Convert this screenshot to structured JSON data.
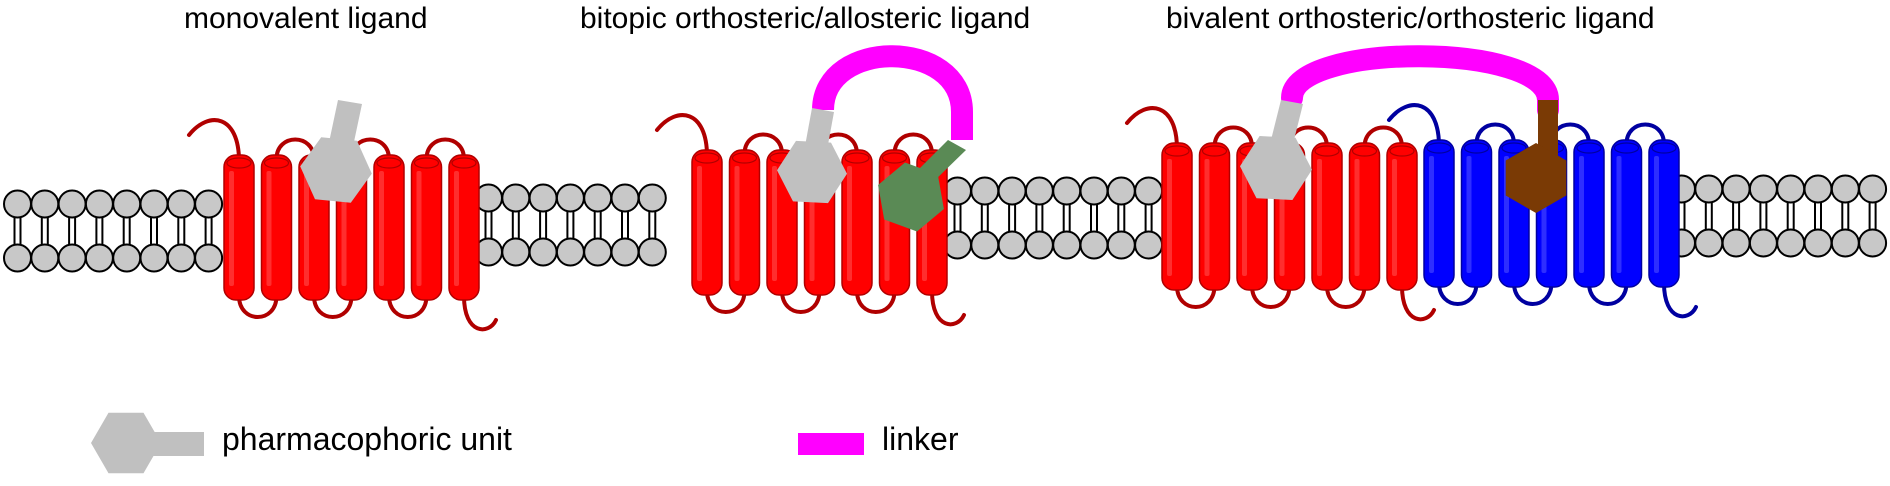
{
  "panels": [
    {
      "title": "monovalent ligand"
    },
    {
      "title": "bitopic orthosteric/allosteric ligand"
    },
    {
      "title": "bivalent orthosteric/orthosteric ligand"
    }
  ],
  "legend": {
    "pharmacophore_label": "pharmacophoric unit",
    "linker_label": "linker"
  },
  "colors": {
    "receptor_a": "#ff0000",
    "receptor_a_dark": "#b00000",
    "receptor_b": "#0000ff",
    "receptor_b_dark": "#0000a0",
    "lipid_head": "#c8c8c8",
    "pharmacophore": "#c0c0c0",
    "linker": "#ff00ff",
    "allosteric_unit": "#5a8a55",
    "second_orthosteric_unit": "#7a3a05"
  }
}
